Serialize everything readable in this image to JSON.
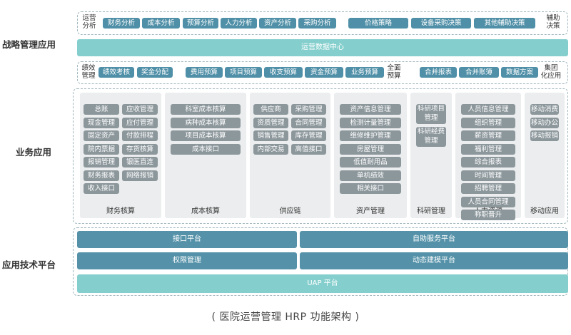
{
  "rows": {
    "strategy": "战略管理应用",
    "business": "业务应用",
    "platform": "应用技术平台"
  },
  "strategy": {
    "top_left_label": "运营\n分析",
    "top_right_label": "辅助\n决策",
    "top_tags": [
      "财务分析",
      "成本分析",
      "预算分析",
      "人力分析",
      "资产分析",
      "采购分析"
    ],
    "decision_tags": [
      "价格策略",
      "设备采购决策",
      "其他辅助决策"
    ],
    "center_bar": "运营数据中心",
    "bottom_left_label": "绩效\n管理",
    "perf_tags": [
      "绩效考核",
      "奖金分配"
    ],
    "budget_tags": [
      "费用预算",
      "项目预算",
      "收支预算",
      "资金预算",
      "业务预算"
    ],
    "budget_label": "全面\n预算",
    "group_tags": [
      "合并报表",
      "合并账簿",
      "数据方案"
    ],
    "group_label": "集团\n化应用"
  },
  "business": {
    "panels": [
      {
        "title": "财务核算",
        "cols": [
          [
            "总账",
            "现金管理",
            "固定资产",
            "院内票据",
            "报销管理",
            "财务报表",
            "收入接口"
          ],
          [
            "应收管理",
            "应付管理",
            "付款排程",
            "存货核算",
            "银医直连",
            "网络报销"
          ]
        ]
      },
      {
        "title": "成本核算",
        "items": [
          "科室成本核算",
          "病种成本核算",
          "项目成本核算",
          "成本接口"
        ]
      },
      {
        "title": "供应链",
        "cols": [
          [
            "供应商",
            "资质管理",
            "销售管理",
            "内部交易"
          ],
          [
            "采购管理",
            "合同管理",
            "库存管理",
            "高值接口"
          ]
        ]
      },
      {
        "title": "资产管理",
        "items": [
          "资产信息管理",
          "检测计量管理",
          "维修维护管理",
          "房屋管理",
          "低值耐用品",
          "单机绩效",
          "相关接口"
        ]
      },
      {
        "title": "科研管理",
        "items": [
          "科研项目管理",
          "科研经费管理"
        ]
      },
      {
        "title": "人力资源",
        "items": [
          "人员信息管理",
          "组织管理",
          "薪资管理",
          "福利管理",
          "综合报表",
          "时间管理",
          "招聘管理",
          "人员合同管理",
          "称职晋升"
        ]
      },
      {
        "title": "移动应用",
        "items": [
          "移动消费",
          "移动办公",
          "移动报销"
        ]
      }
    ]
  },
  "platform": {
    "interface": "接口平台",
    "self_service": "自助服务平台",
    "permission": "权限管理",
    "dynamic": "动态建模平台",
    "uap": "UAP 平台"
  },
  "caption": "( 医院运营管理 HRP 功能架构 )"
}
